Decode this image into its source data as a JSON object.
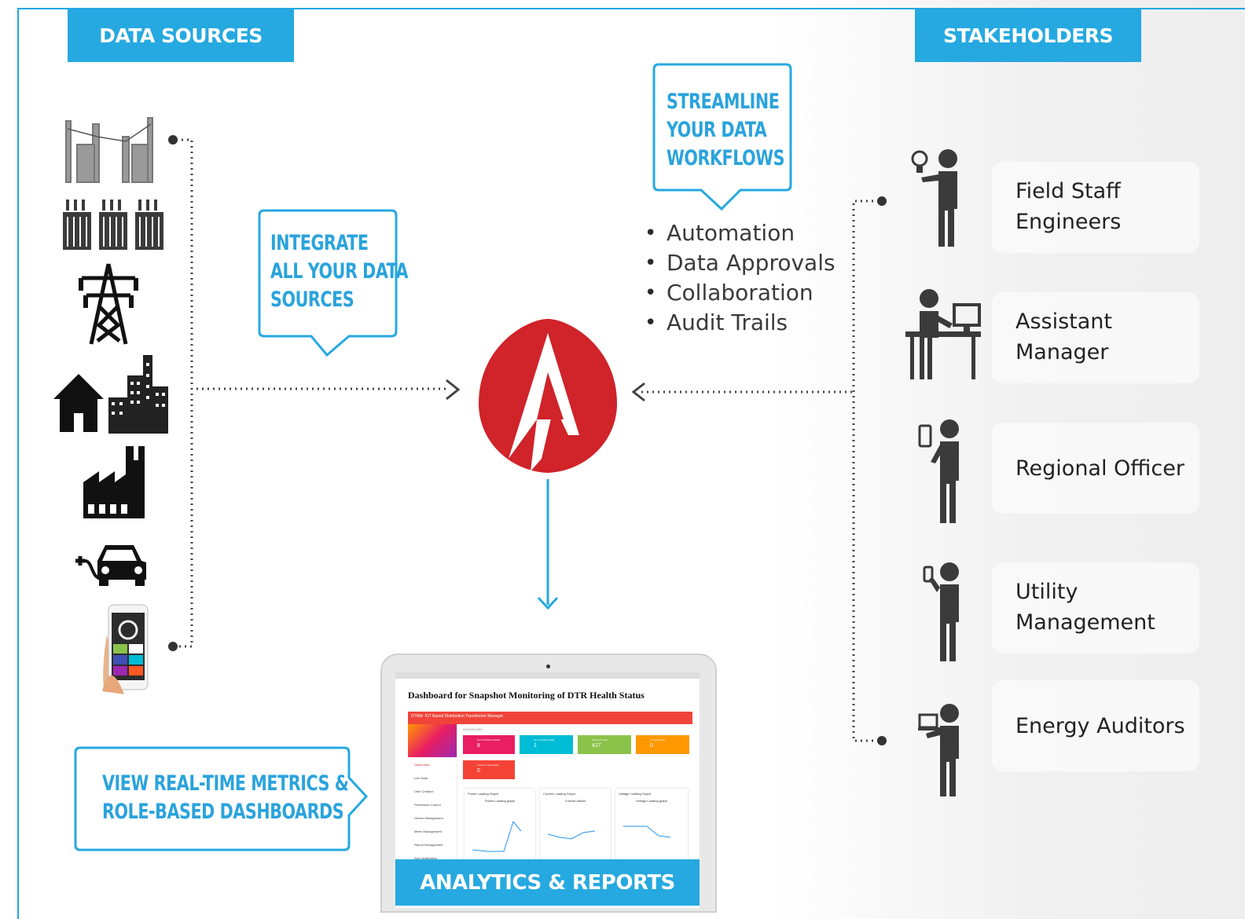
{
  "headers": {
    "data_sources": "DATA SOURCES",
    "stakeholders": "STAKEHOLDERS"
  },
  "callouts": {
    "integrate": [
      "INTEGRATE",
      "ALL YOUR DATA",
      "SOURCES"
    ],
    "streamline": [
      "STREAMLINE",
      "YOUR DATA",
      "WORKFLOWS"
    ],
    "view": [
      "VIEW REAL-TIME METRICS &",
      "ROLE-BASED DASHBOARDS"
    ]
  },
  "features": [
    "Automation",
    "Data Approvals",
    "Collaboration",
    "Audit Trails"
  ],
  "stakeholders": [
    {
      "lines": [
        "Field Staff",
        "Engineers"
      ],
      "icon": "person-lightbulb-icon"
    },
    {
      "lines": [
        "Assistant",
        "Manager"
      ],
      "icon": "person-desk-computer-icon"
    },
    {
      "lines": [
        "Regional Officer"
      ],
      "icon": "person-tablet-icon"
    },
    {
      "lines": [
        "Utility",
        "Management"
      ],
      "icon": "person-phone-icon"
    },
    {
      "lines": [
        "Energy Auditors"
      ],
      "icon": "person-laptop-icon"
    }
  ],
  "data_sources_icons": [
    "substation-icon",
    "transformers-icon",
    "transmission-tower-icon",
    "home-city-icon",
    "factory-icon",
    "electric-vehicle-icon",
    "mobile-app-icon"
  ],
  "dashboard": {
    "title": "Dashboard for Snapshot Monitoring of DTR Health Status",
    "app_bar": "DTRM- IOT Based Distribution Transformer Manager",
    "section": "DASHBOARD",
    "menu": [
      "Dashboard",
      "Live Data",
      "User Creation",
      "Permission Control",
      "Device Management",
      "Meter Management",
      "Report Management",
      "Alert Notification"
    ],
    "stat_cards": [
      {
        "label": "No Of DTRM installed",
        "value": "8",
        "color": "#e91e63"
      },
      {
        "label": "No Of Active DTRM",
        "value": "1",
        "color": "#00bcd4"
      },
      {
        "label": "Total kVA Load",
        "value": "427",
        "color": "#8bc34a"
      },
      {
        "label": "CT Interuption",
        "value": "0",
        "color": "#ff9800"
      },
      {
        "label": "Current D Interuption",
        "value": "0",
        "color": "#f44336"
      }
    ],
    "panels": [
      "Power Loading Graph",
      "Current Loading Graph",
      "Voltage Loading Graph"
    ],
    "graphs": [
      "Power Loading graph",
      "Current Values",
      "Voltage Loading graph"
    ]
  },
  "footer_label": "ANALYTICS & REPORTS",
  "colors": {
    "accent": "#26a9e0",
    "logo_red": "#d0232a",
    "icon_gray": "#3b3b3b"
  }
}
